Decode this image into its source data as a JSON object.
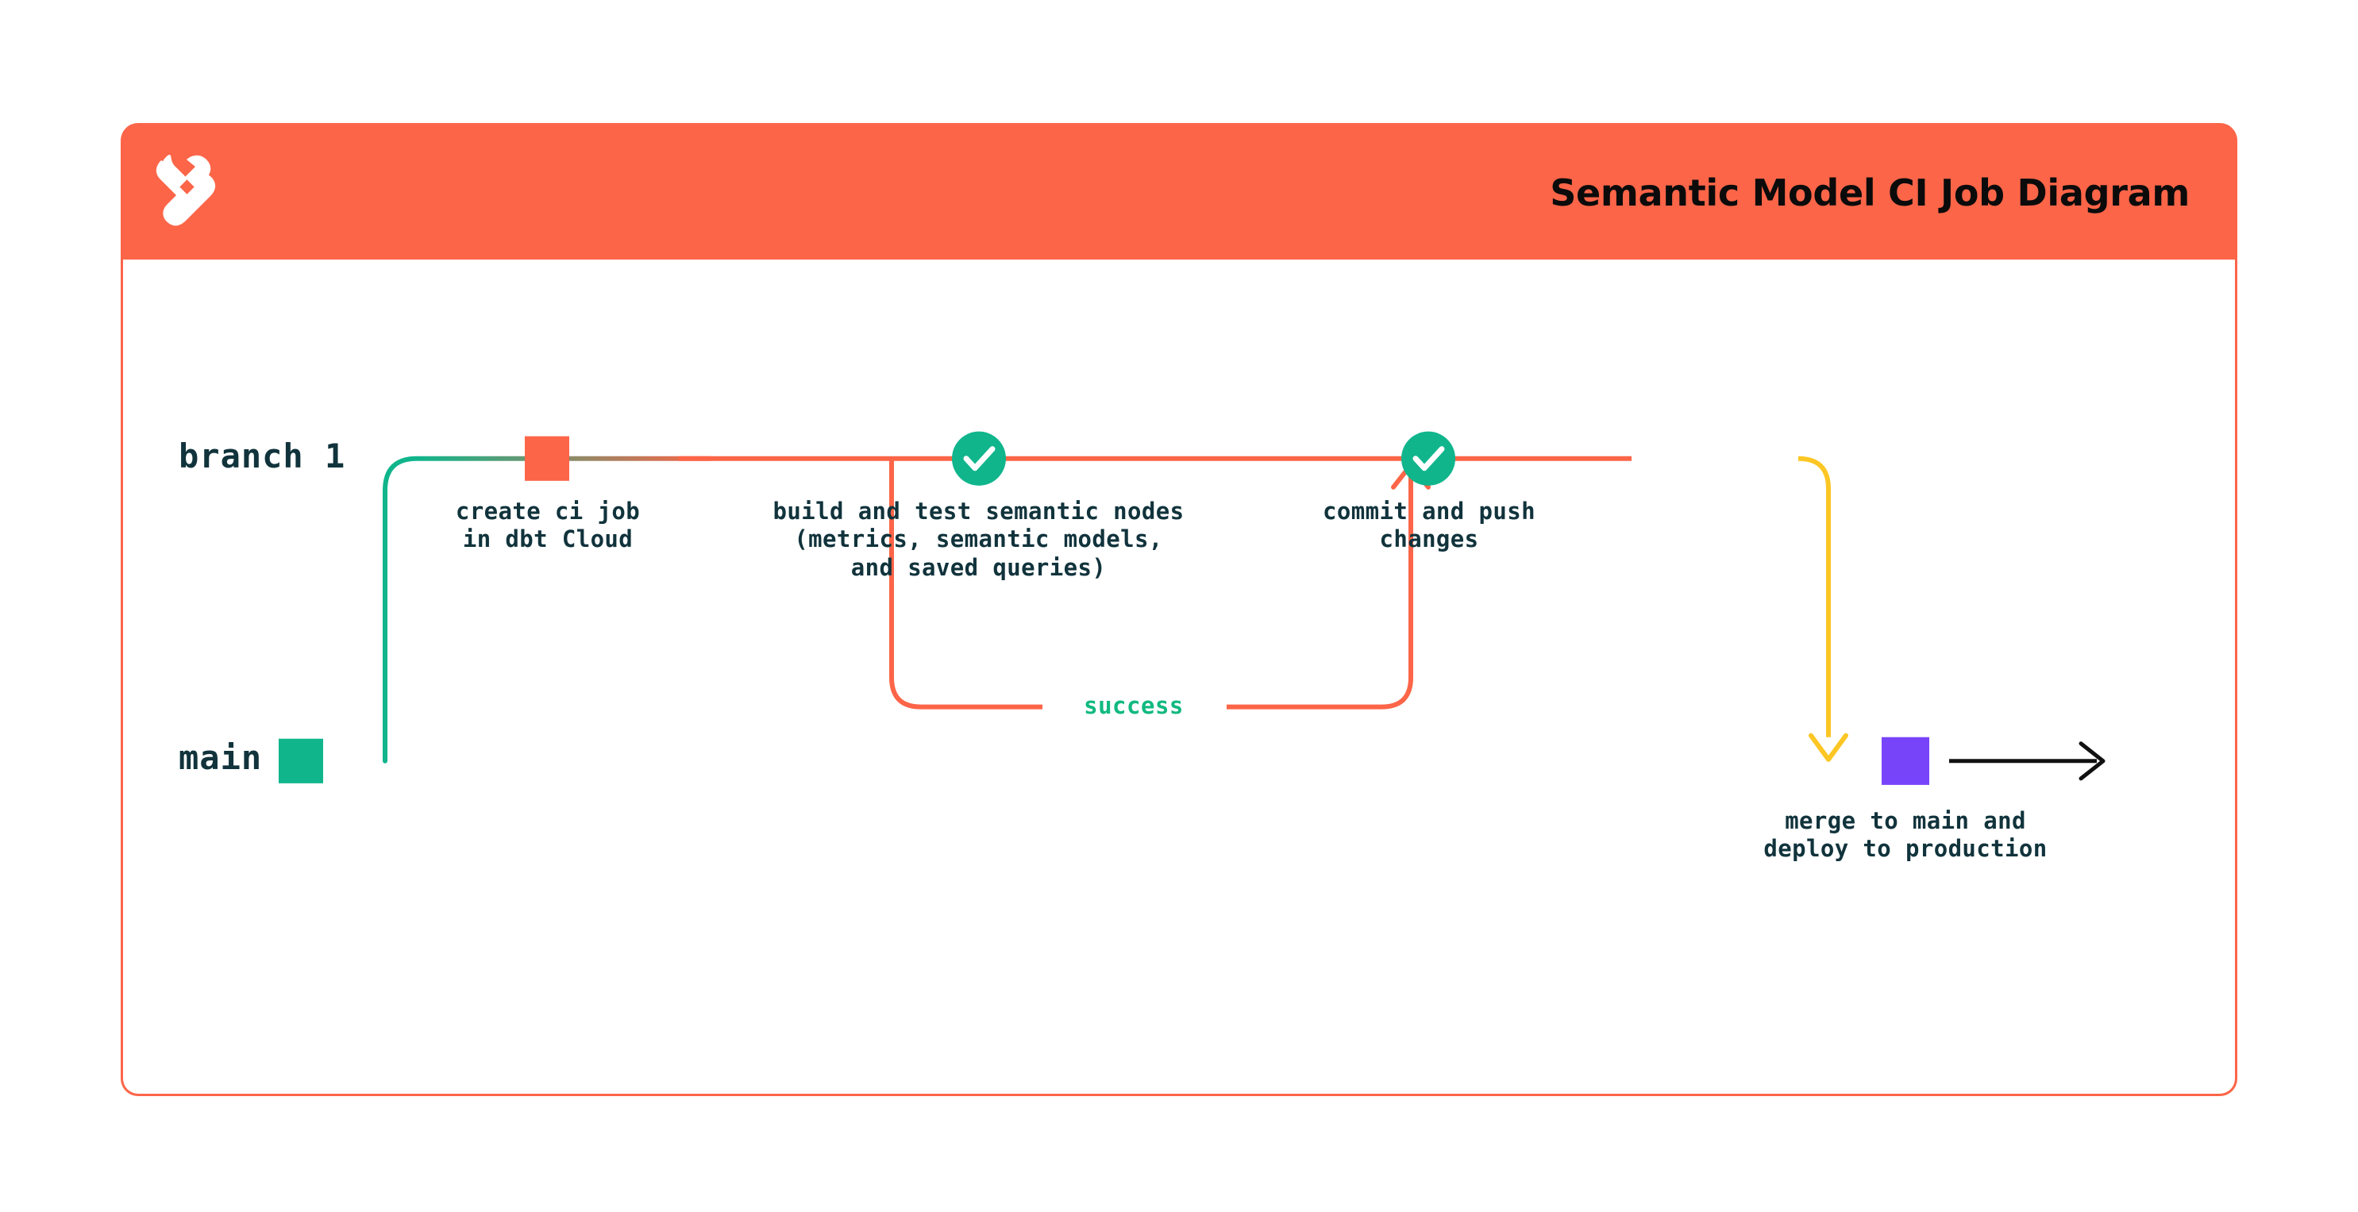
{
  "header": {
    "title": "Semantic Model CI Job Diagram",
    "logo_icon": "dbt-logo-icon",
    "background_color": "#FC6548"
  },
  "theme": {
    "orange": "#FC6548",
    "green": "#10B58C",
    "green_text": "#10B981",
    "yellow": "#FCC624",
    "purple": "#7744FA",
    "text_dark": "#11333C",
    "black": "#111111",
    "card_border": "#FC6548"
  },
  "branches": [
    {
      "id": "branch-1",
      "label": "branch 1",
      "color": "#FC6548"
    },
    {
      "id": "main",
      "label": "main",
      "color": "#10B58C"
    }
  ],
  "nodes": [
    {
      "id": "create-ci-job",
      "marker": "square",
      "color": "#FC6548",
      "branch": "branch 1",
      "caption": "create ci job\nin dbt Cloud"
    },
    {
      "id": "build-and-test",
      "marker": "check-circle",
      "color": "#10B58C",
      "branch": "branch 1",
      "caption": "build and test semantic nodes\n(metrics, semantic models,\nand saved queries)"
    },
    {
      "id": "commit-and-push",
      "marker": "check-circle",
      "color": "#10B58C",
      "branch": "branch 1",
      "caption": "commit and push\nchanges"
    },
    {
      "id": "merge-to-main",
      "marker": "square",
      "color": "#7744FA",
      "branch": "main",
      "caption": "merge to main and\ndeploy to production"
    }
  ],
  "loop": {
    "id": "success-loop",
    "label": "success",
    "color": "#FC6548",
    "label_color": "#10B981"
  }
}
